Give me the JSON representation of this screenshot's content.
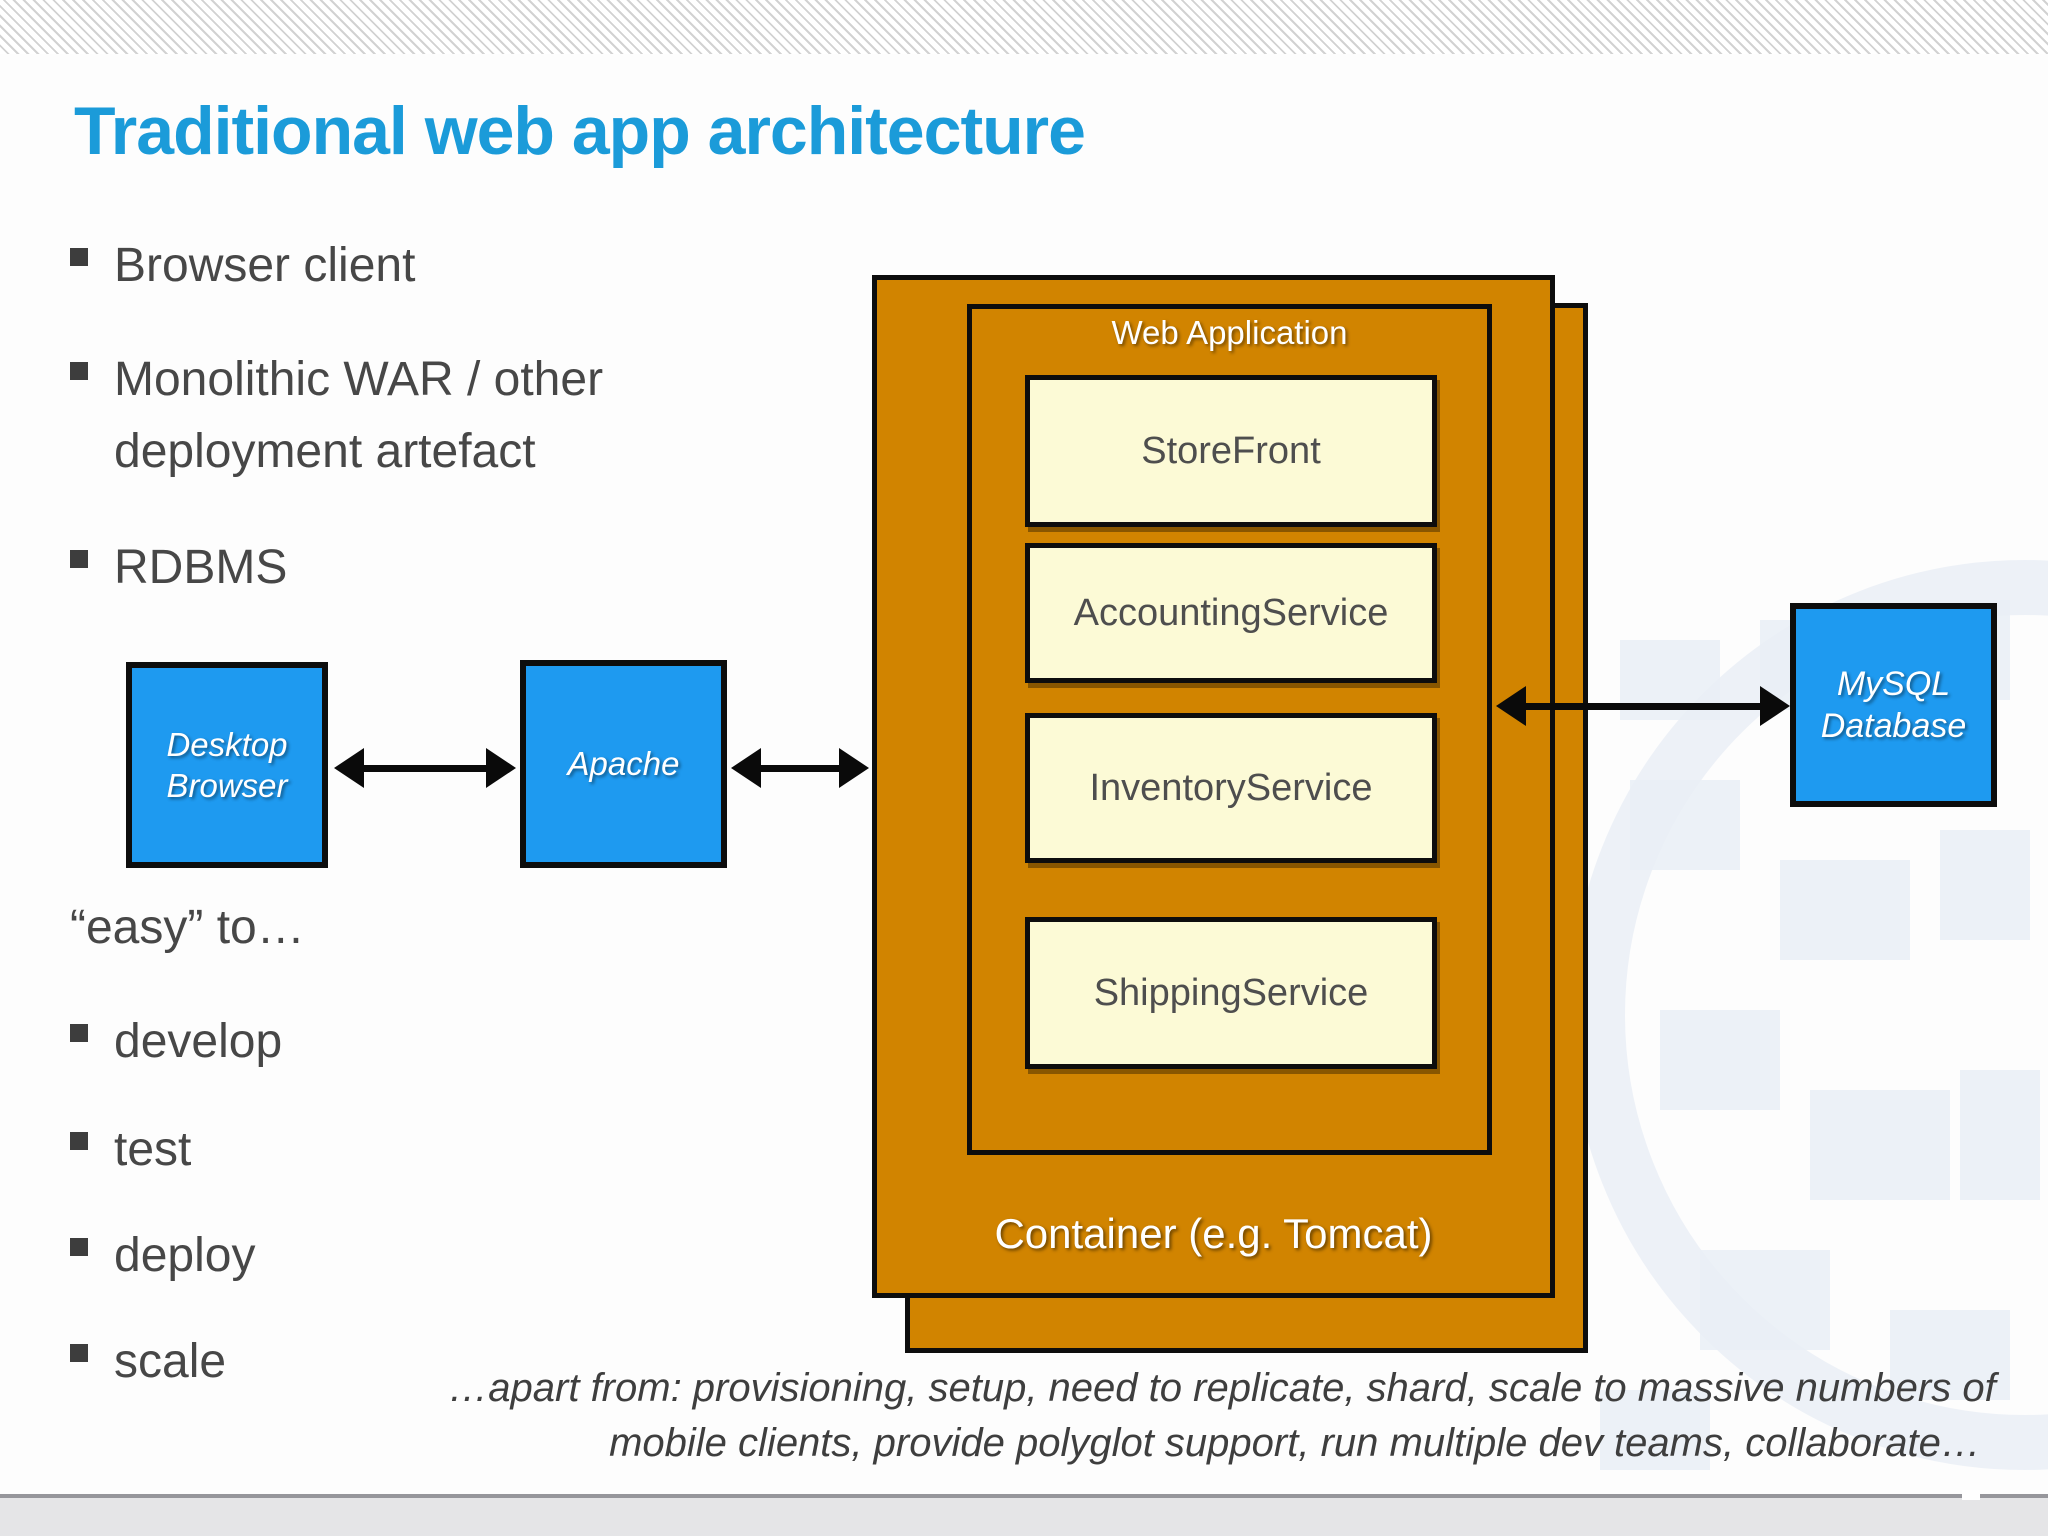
{
  "slide": {
    "title": "Traditional web app architecture",
    "top_bullets": [
      "Browser client",
      "Monolithic WAR / other deployment artefact",
      "RDBMS"
    ],
    "easy_heading": "“easy” to…",
    "easy_bullets": [
      "develop",
      "test",
      "deploy",
      "scale"
    ],
    "footnote_line1": "…apart from: provisioning, setup, need to replicate, shard, scale to massive numbers of",
    "footnote_line2": "mobile clients, provide polyglot support, run multiple dev teams, collaborate…"
  },
  "diagram": {
    "desktop_browser_label": "Desktop Browser",
    "apache_label": "Apache",
    "web_application_label": "Web Application",
    "services": [
      "StoreFront",
      "AccountingService",
      "InventoryService",
      "ShippingService"
    ],
    "container_label": "Container (e.g. Tomcat)",
    "mysql_label": "MySQL Database",
    "colors": {
      "title_blue": "#1b9bd9",
      "node_blue": "#1e9af0",
      "container_orange": "#d18400",
      "service_cream": "#fcfad6",
      "bullet_text": "#474747"
    }
  }
}
